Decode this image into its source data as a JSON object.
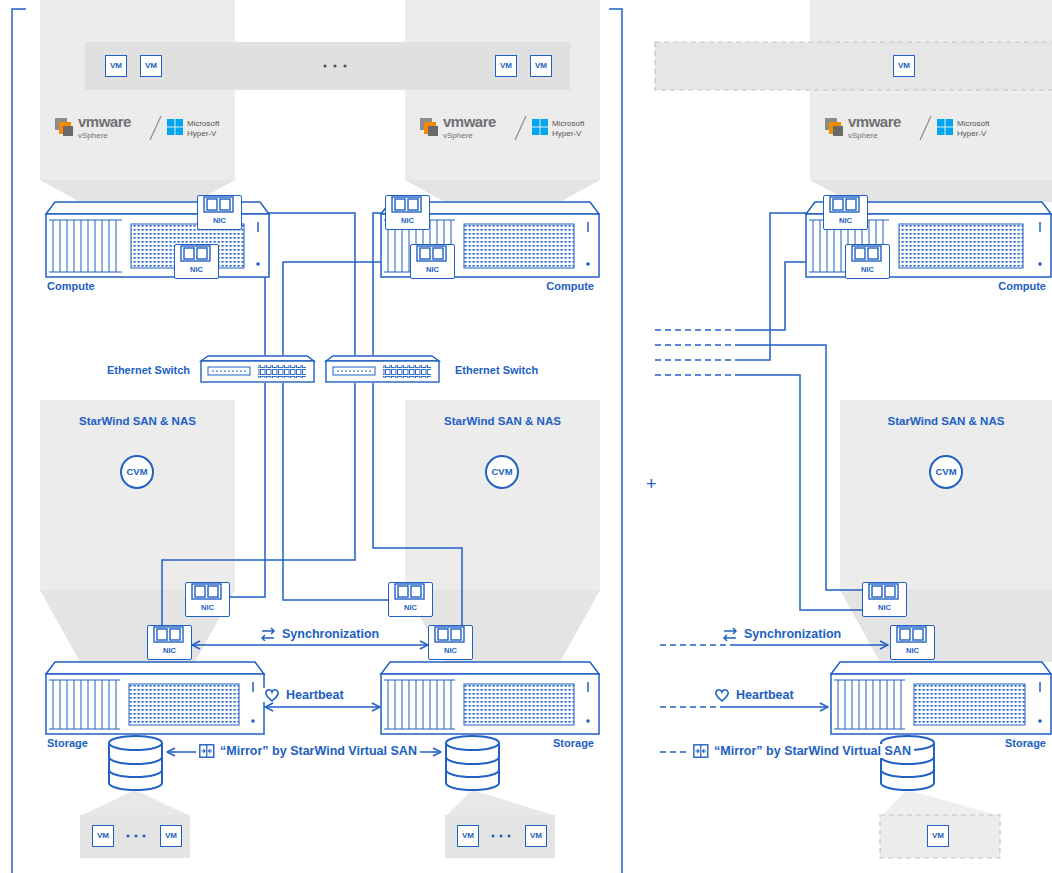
{
  "diagram": {
    "nodes": [
      {
        "text": [
          "vmware",
          "vSphere",
          "Microsoft",
          "Hyper-V"
        ]
      },
      {
        "text": [
          "VM"
        ],
        "in": 0
      },
      {
        "text": [
          "VM"
        ],
        "in": 0
      },
      {
        "text": [
          "vmware",
          "vSphere",
          "Microsoft",
          "Hyper-V"
        ]
      },
      {
        "text": [
          "VM"
        ],
        "in": 3
      },
      {
        "text": [
          "VM"
        ],
        "in": 3
      },
      {
        "text": [
          "NIC"
        ]
      },
      {
        "text": [
          "NIC"
        ]
      },
      {
        "text": [
          "Compute"
        ]
      },
      {
        "text": [
          "NIC"
        ]
      },
      {
        "text": [
          "NIC"
        ]
      },
      {
        "text": [
          "Compute"
        ]
      },
      {
        "text": [
          "Ethernet Switch"
        ]
      },
      {
        "text": [
          "Ethernet Switch"
        ]
      },
      {
        "text": [
          "StarWind SAN & NAS"
        ]
      },
      {
        "text": [
          "CVM"
        ],
        "in": 14
      },
      {
        "text": [
          "StarWind SAN & NAS"
        ]
      },
      {
        "text": [
          "CVM"
        ],
        "in": 16
      },
      {
        "text": [
          "NIC"
        ]
      },
      {
        "text": [
          "NIC"
        ]
      },
      {
        "text": [
          "NIC"
        ]
      },
      {
        "text": [
          "NIC"
        ]
      },
      {
        "text": [
          "Storage"
        ]
      },
      {
        "text": [
          "Storage"
        ]
      },
      {
        "text": [
          "VM"
        ]
      },
      {
        "text": [
          "VM"
        ]
      },
      {
        "text": [
          "VM"
        ]
      },
      {
        "text": [
          "VM"
        ]
      },
      {
        "text": [
          "vmware",
          "vSphere",
          "Microsoft",
          "Hyper-V"
        ]
      },
      {
        "text": [
          "VM"
        ],
        "in": 28
      },
      {
        "text": [
          "NIC"
        ]
      },
      {
        "text": [
          "NIC"
        ]
      },
      {
        "text": [
          "Compute"
        ]
      },
      {
        "text": [
          "StarWind SAN & NAS"
        ]
      },
      {
        "text": [
          "CVM"
        ],
        "in": 33
      },
      {
        "text": [
          "NIC"
        ]
      },
      {
        "text": [
          "NIC"
        ]
      },
      {
        "text": [
          "Storage"
        ]
      },
      {
        "text": [
          "VM"
        ]
      }
    ],
    "edges": [
      {
        "from": 7,
        "to": 12,
        "arrow": "none"
      },
      {
        "from": 10,
        "to": 12,
        "arrow": "none"
      },
      {
        "from": 6,
        "to": 13,
        "arrow": "none"
      },
      {
        "from": 9,
        "to": 13,
        "arrow": "none"
      },
      {
        "from": 12,
        "to": 18,
        "arrow": "none"
      },
      {
        "from": 12,
        "to": 20,
        "arrow": "none"
      },
      {
        "from": 13,
        "to": 19,
        "arrow": "none"
      },
      {
        "from": 13,
        "to": 21,
        "arrow": "none"
      },
      {
        "from": 19,
        "to": 21,
        "label": "Synchronization",
        "arrow": "both"
      },
      {
        "from": 22,
        "to": 23,
        "label": "Heartbeat",
        "arrow": "both"
      }
    ],
    "labels": [
      "“Mirror” by StarWind Virtual SAN",
      "+",
      "Synchronization",
      "Heartbeat",
      "“Mirror” by StarWind Virtual SAN"
    ]
  }
}
